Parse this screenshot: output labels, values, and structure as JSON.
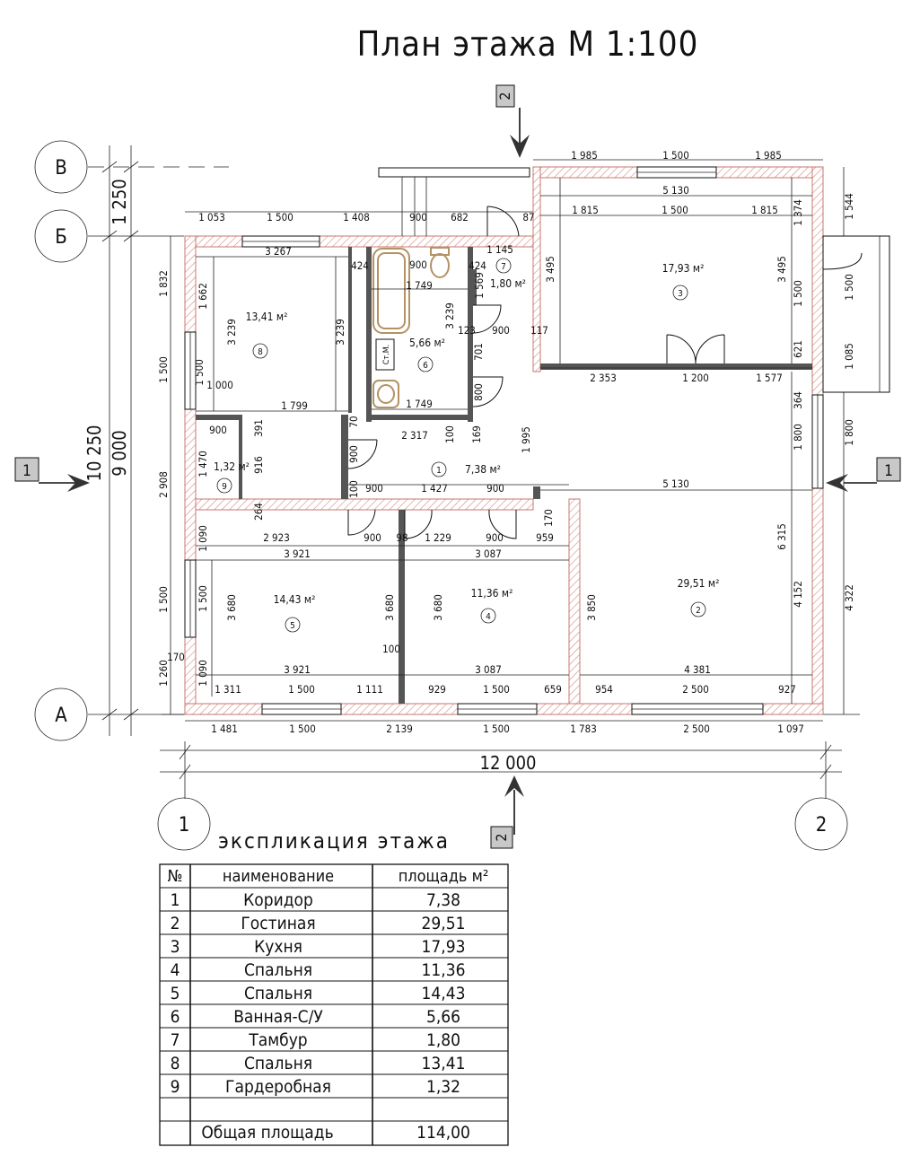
{
  "title": "План этажа М 1:100",
  "axes": {
    "v": [
      "В",
      "Б",
      "А"
    ],
    "h": [
      "1",
      "2"
    ]
  },
  "section_marks": {
    "s1": "1",
    "s2": "2"
  },
  "overall": {
    "width": "12 000",
    "left_total": "10 250",
    "left_inner": "9 000",
    "left_gap": "1 250"
  },
  "top_dims": [
    "1 053",
    "1 500",
    "1 408",
    "900",
    "682",
    "87",
    "1 985",
    "1 500",
    "1 985"
  ],
  "bottom_dims": [
    "1 481",
    "1 500",
    "2 139",
    "1 500",
    "1 783",
    "2 500",
    "1 097"
  ],
  "left_dims": [
    "1 832",
    "1 500",
    "2 908",
    "1 500",
    "1 260"
  ],
  "right_dims": [
    "1 544",
    "1 500",
    "1 085",
    "1 800",
    "4 322"
  ],
  "inner_dims": {
    "d5130a": "5 130",
    "d1815a": "1 815",
    "d1500k": "1 500",
    "d1815b": "1 815",
    "d1374": "1 374",
    "d3495a": "3 495",
    "d3495b": "3 495",
    "d1500kr": "1 500",
    "d621": "621",
    "d2353": "2 353",
    "d1200": "1 200",
    "d1577": "1 577",
    "d3267": "3 267",
    "d424a": "424",
    "d900t": "900",
    "d424b": "424",
    "d1145": "1 145",
    "d1569": "1 569",
    "d1662": "1 662",
    "d3239a": "3 239",
    "d3239b": "3 239",
    "d3239c": "3 239",
    "d1749a": "1 749",
    "d1749b": "1 749",
    "d1500L": "1 500",
    "d1000": "1 000",
    "d1799": "1 799",
    "d123": "123",
    "d900v": "900",
    "d117": "117",
    "d701": "701",
    "d800": "800",
    "d100": "100",
    "d169": "169",
    "d2317": "2 317",
    "d1995": "1 995",
    "d364": "364",
    "d1800": "1 800",
    "d5130b": "5 130",
    "d6315": "6 315",
    "d4152": "4 152",
    "d900g": "900",
    "d391": "391",
    "d916": "916",
    "d1470": "1 470",
    "d264": "264",
    "d70": "70",
    "d100b": "100",
    "d900d": "900",
    "d900c": "900",
    "d1427": "1 427",
    "d900e": "900",
    "d170": "170",
    "d2923": "2 923",
    "d900f": "900",
    "d98": "98",
    "d1229": "1 229",
    "d900h": "900",
    "d959": "959",
    "d3921a": "3 921",
    "d3087a": "3 087",
    "d1090a": "1 090",
    "d1500m": "1 500",
    "d3680a": "3 680",
    "d3680b": "3 680",
    "d3680c": "3 680",
    "d3850": "3 850",
    "d100c": "100",
    "d170b": "170",
    "d1090b": "1 090",
    "d3921b": "3 921",
    "d3087b": "3 087",
    "d4381": "4 381",
    "d1311": "1 311",
    "d1500n": "1 500",
    "d1111": "1 111",
    "d929": "929",
    "d1500o": "1 500",
    "d659": "659",
    "d954": "954",
    "d2500": "2 500",
    "d927": "927"
  },
  "rooms": [
    {
      "num": "1",
      "area": "7,38 м²"
    },
    {
      "num": "2",
      "area": "29,51 м²"
    },
    {
      "num": "3",
      "area": "17,93 м²"
    },
    {
      "num": "4",
      "area": "11,36 м²"
    },
    {
      "num": "5",
      "area": "14,43 м²"
    },
    {
      "num": "6",
      "area": "5,66 м²"
    },
    {
      "num": "7",
      "area": "1,80 м²"
    },
    {
      "num": "8",
      "area": "13,41 м²"
    },
    {
      "num": "9",
      "area": "1,32 м²"
    }
  ],
  "washer_label": "Ст.М.",
  "explication": {
    "title": "экспликация этажа",
    "headers": [
      "№",
      "наименование",
      "площадь м²"
    ],
    "rows": [
      [
        "1",
        "Коридор",
        "7,38"
      ],
      [
        "2",
        "Гостиная",
        "29,51"
      ],
      [
        "3",
        "Кухня",
        "17,93"
      ],
      [
        "4",
        "Спальня",
        "11,36"
      ],
      [
        "5",
        "Спальня",
        "14,43"
      ],
      [
        "6",
        "Ванная-С/У",
        "5,66"
      ],
      [
        "7",
        "Тамбур",
        "1,80"
      ],
      [
        "8",
        "Спальня",
        "13,41"
      ],
      [
        "9",
        "Гардеробная",
        "1,32"
      ],
      [
        "",
        "",
        ""
      ]
    ],
    "total_label": "Общая площадь",
    "total_value": "114,00"
  },
  "colors": {
    "wall_hatch": "#c7776f",
    "fixtures": "#b49264",
    "section_tag": "#c8c8c8"
  }
}
